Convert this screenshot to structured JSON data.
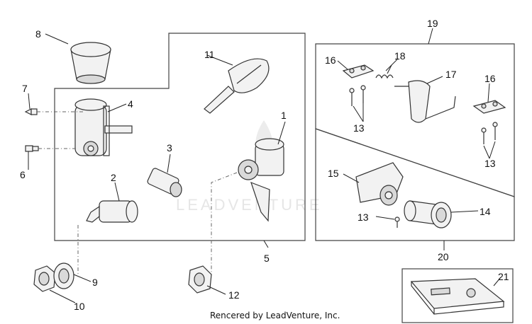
{
  "watermark": {
    "text": "LEADVENTURE"
  },
  "footer": {
    "text": "Rencered by LeadVenture, Inc."
  },
  "callouts": {
    "c1": "1",
    "c2": "2",
    "c3": "3",
    "c4": "4",
    "c5": "5",
    "c6": "6",
    "c7": "7",
    "c8": "8",
    "c9": "9",
    "c10": "10",
    "c11": "11",
    "c12": "12",
    "c13a": "13",
    "c13b": "13",
    "c13c": "13",
    "c14": "14",
    "c15": "15",
    "c16a": "16",
    "c16b": "16",
    "c17": "17",
    "c18": "18",
    "c19": "19",
    "c20": "20",
    "c21": "21"
  }
}
